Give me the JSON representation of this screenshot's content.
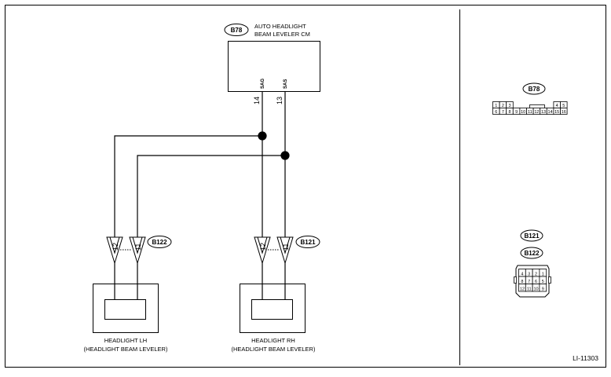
{
  "control_module": {
    "connector_tag": "B78",
    "name_line1": "AUTO HEADLIGHT",
    "name_line2": "BEAM LEVELER CM",
    "pins": [
      {
        "number": "14",
        "signal": "SAG"
      },
      {
        "number": "13",
        "signal": "SAS"
      }
    ]
  },
  "headlight_lh": {
    "connector_tag": "B122",
    "pins": [
      "12",
      "11"
    ],
    "name_line1": "HEADLIGHT LH",
    "name_line2": "(HEADLIGHT BEAM LEVELER)"
  },
  "headlight_rh": {
    "connector_tag": "B121",
    "pins": [
      "12",
      "11"
    ],
    "name_line1": "HEADLIGHT RH",
    "name_line2": "(HEADLIGHT BEAM LEVELER)"
  },
  "connector_views": {
    "b78": {
      "tag": "B78",
      "top_left": [
        "1",
        "2",
        "3"
      ],
      "top_right": [
        "4",
        "5"
      ],
      "bottom": [
        "6",
        "7",
        "8",
        "9",
        "10",
        "11",
        "12",
        "13",
        "14",
        "15",
        "16"
      ]
    },
    "b121_b122": {
      "tags": [
        "B121",
        "B122"
      ],
      "row1": [
        "4",
        "3",
        "2",
        "1"
      ],
      "row2": [
        "8",
        "7",
        "6",
        "5"
      ],
      "row3": [
        "12",
        "11",
        "10",
        "9"
      ]
    }
  },
  "diagram_id": "LI-11303"
}
